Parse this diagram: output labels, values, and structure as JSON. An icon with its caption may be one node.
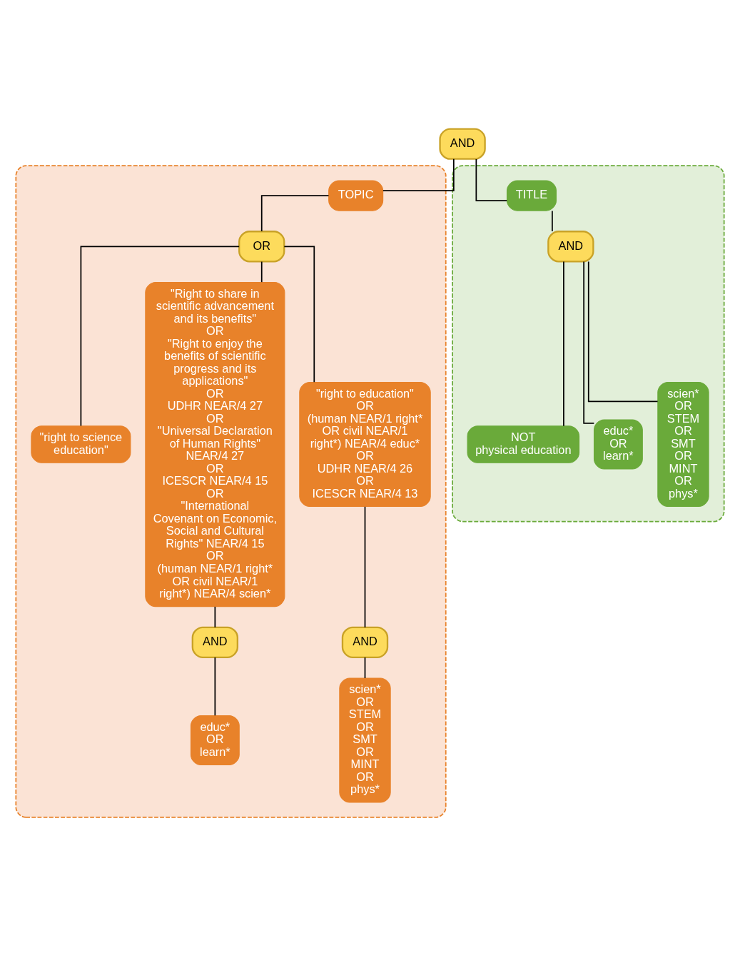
{
  "diagram": {
    "nodes": [
      {
        "text": [
          "AND"
        ]
      },
      {
        "text": [],
        "shape": "box"
      },
      {
        "text": [
          "TOPIC"
        ],
        "in": 1
      },
      {
        "text": [
          "OR"
        ],
        "in": 1
      },
      {
        "text": [
          "\"right to science education\""
        ],
        "in": 1
      },
      {
        "text": [
          "\"Right to share in scientific advancement and its benefits\"",
          "OR",
          "\"Right to enjoy the benefits of scientific progress and its applications\"",
          "OR",
          "UDHR NEAR/4 27",
          "OR",
          "\"Universal Declaration of Human Rights\" NEAR/4 27",
          "OR",
          "ICESCR NEAR/4 15",
          "OR",
          "\"International Covenant on Economic, Social and Cultural Rights\" NEAR/4 15",
          "OR",
          "(human NEAR/1 right* OR civil NEAR/1 right*) NEAR/4 scien*"
        ],
        "in": 1
      },
      {
        "text": [
          "\"right to education\"",
          "OR",
          "(human NEAR/1 right* OR civil NEAR/1 right*) NEAR/4 educ*",
          "OR",
          "UDHR NEAR/4 26",
          "OR",
          "ICESCR NEAR/4 13"
        ],
        "in": 1
      },
      {
        "text": [
          "AND"
        ],
        "in": 1
      },
      {
        "text": [
          "AND"
        ],
        "in": 1
      },
      {
        "text": [
          "educ*",
          "OR",
          "learn*"
        ],
        "in": 1
      },
      {
        "text": [
          "scien*",
          "OR",
          "STEM",
          "OR",
          "SMT",
          "OR",
          "MINT",
          "OR",
          "phys*"
        ],
        "in": 1
      },
      {
        "text": [],
        "shape": "box"
      },
      {
        "text": [
          "TITLE"
        ],
        "in": 11
      },
      {
        "text": [
          "AND"
        ],
        "in": 11
      },
      {
        "text": [
          "NOT",
          "physical education"
        ],
        "in": 11
      },
      {
        "text": [
          "educ*",
          "OR",
          "learn*"
        ],
        "in": 11
      },
      {
        "text": [
          "scien*",
          "OR",
          "STEM",
          "OR",
          "SMT",
          "OR",
          "MINT",
          "OR",
          "phys*"
        ],
        "in": 11
      }
    ],
    "edges": [
      {
        "from": 0,
        "to": 2,
        "arrow": "none"
      },
      {
        "from": 0,
        "to": 12,
        "arrow": "none"
      },
      {
        "from": 2,
        "to": 3,
        "arrow": "none"
      },
      {
        "from": 3,
        "to": 4,
        "arrow": "none"
      },
      {
        "from": 3,
        "to": 5,
        "arrow": "none"
      },
      {
        "from": 3,
        "to": 6,
        "arrow": "none"
      },
      {
        "from": 5,
        "to": 7,
        "arrow": "none"
      },
      {
        "from": 7,
        "to": 9,
        "arrow": "none"
      },
      {
        "from": 6,
        "to": 8,
        "arrow": "none"
      },
      {
        "from": 8,
        "to": 10,
        "arrow": "none"
      },
      {
        "from": 12,
        "to": 13,
        "arrow": "none"
      },
      {
        "from": 13,
        "to": 14,
        "arrow": "none"
      },
      {
        "from": 13,
        "to": 15,
        "arrow": "none"
      },
      {
        "from": 13,
        "to": 16,
        "arrow": "none"
      }
    ]
  }
}
